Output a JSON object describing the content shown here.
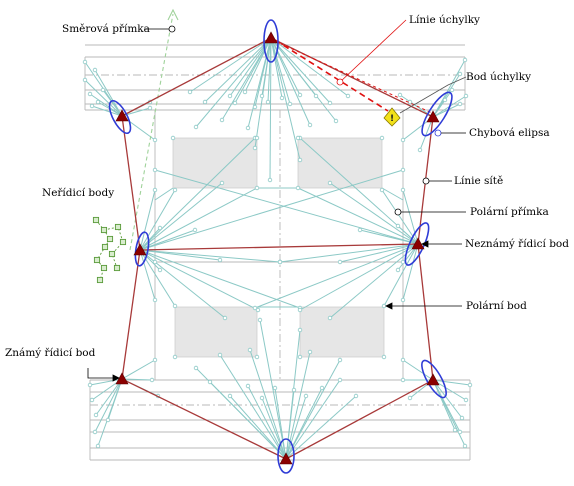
{
  "labels": {
    "smerova_primka": "Směrová přímka",
    "linie_uchylky": "Línie úchylky",
    "bod_uchylky": "Bod úchylky",
    "chybova_elipsa": "Chybová elipsa",
    "linie_site": "Línie sítě",
    "nerdici_body": "Neřídicí body",
    "polarni_primka": "Polární přímka",
    "neznamy_ridici_bod": "Neznámý řídicí bod",
    "polarni_bod": "Polární bod",
    "znamy_ridici_bod": "Známý řídicí bod"
  },
  "colors": {
    "network": "#8cc9c6",
    "grid": "#b8b8b8",
    "traverse": "#a83a3a",
    "control_point": "#8b0000",
    "ellipse": "#2f3cd6",
    "deviation": "#e01010",
    "warning_fill": "#f2e11a",
    "noncontrol": "#5a9a3a",
    "block_fill": "#e6e6e6"
  },
  "icons": {
    "warning": "warning-triangle-icon",
    "control_point": "triangle-marker-icon",
    "label_connector": "circle-connector-icon"
  }
}
